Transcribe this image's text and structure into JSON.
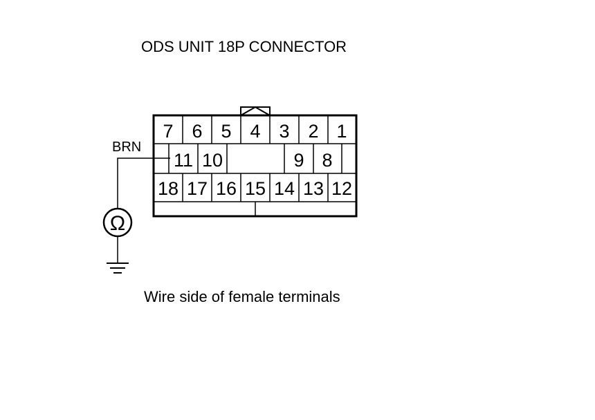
{
  "title": "ODS UNIT 18P CONNECTOR",
  "caption": "Wire side of female terminals",
  "wire_label": "BRN",
  "meter_symbol": "Ω",
  "meter_icon": "ohmmeter-icon",
  "ground_icon": "ground-icon",
  "connector": {
    "row1": [
      "7",
      "6",
      "5",
      "4",
      "3",
      "2",
      "1"
    ],
    "row2": [
      "11",
      "10",
      "9",
      "8"
    ],
    "row3": [
      "18",
      "17",
      "16",
      "15",
      "14",
      "13",
      "12"
    ]
  },
  "probe_terminal": "11"
}
